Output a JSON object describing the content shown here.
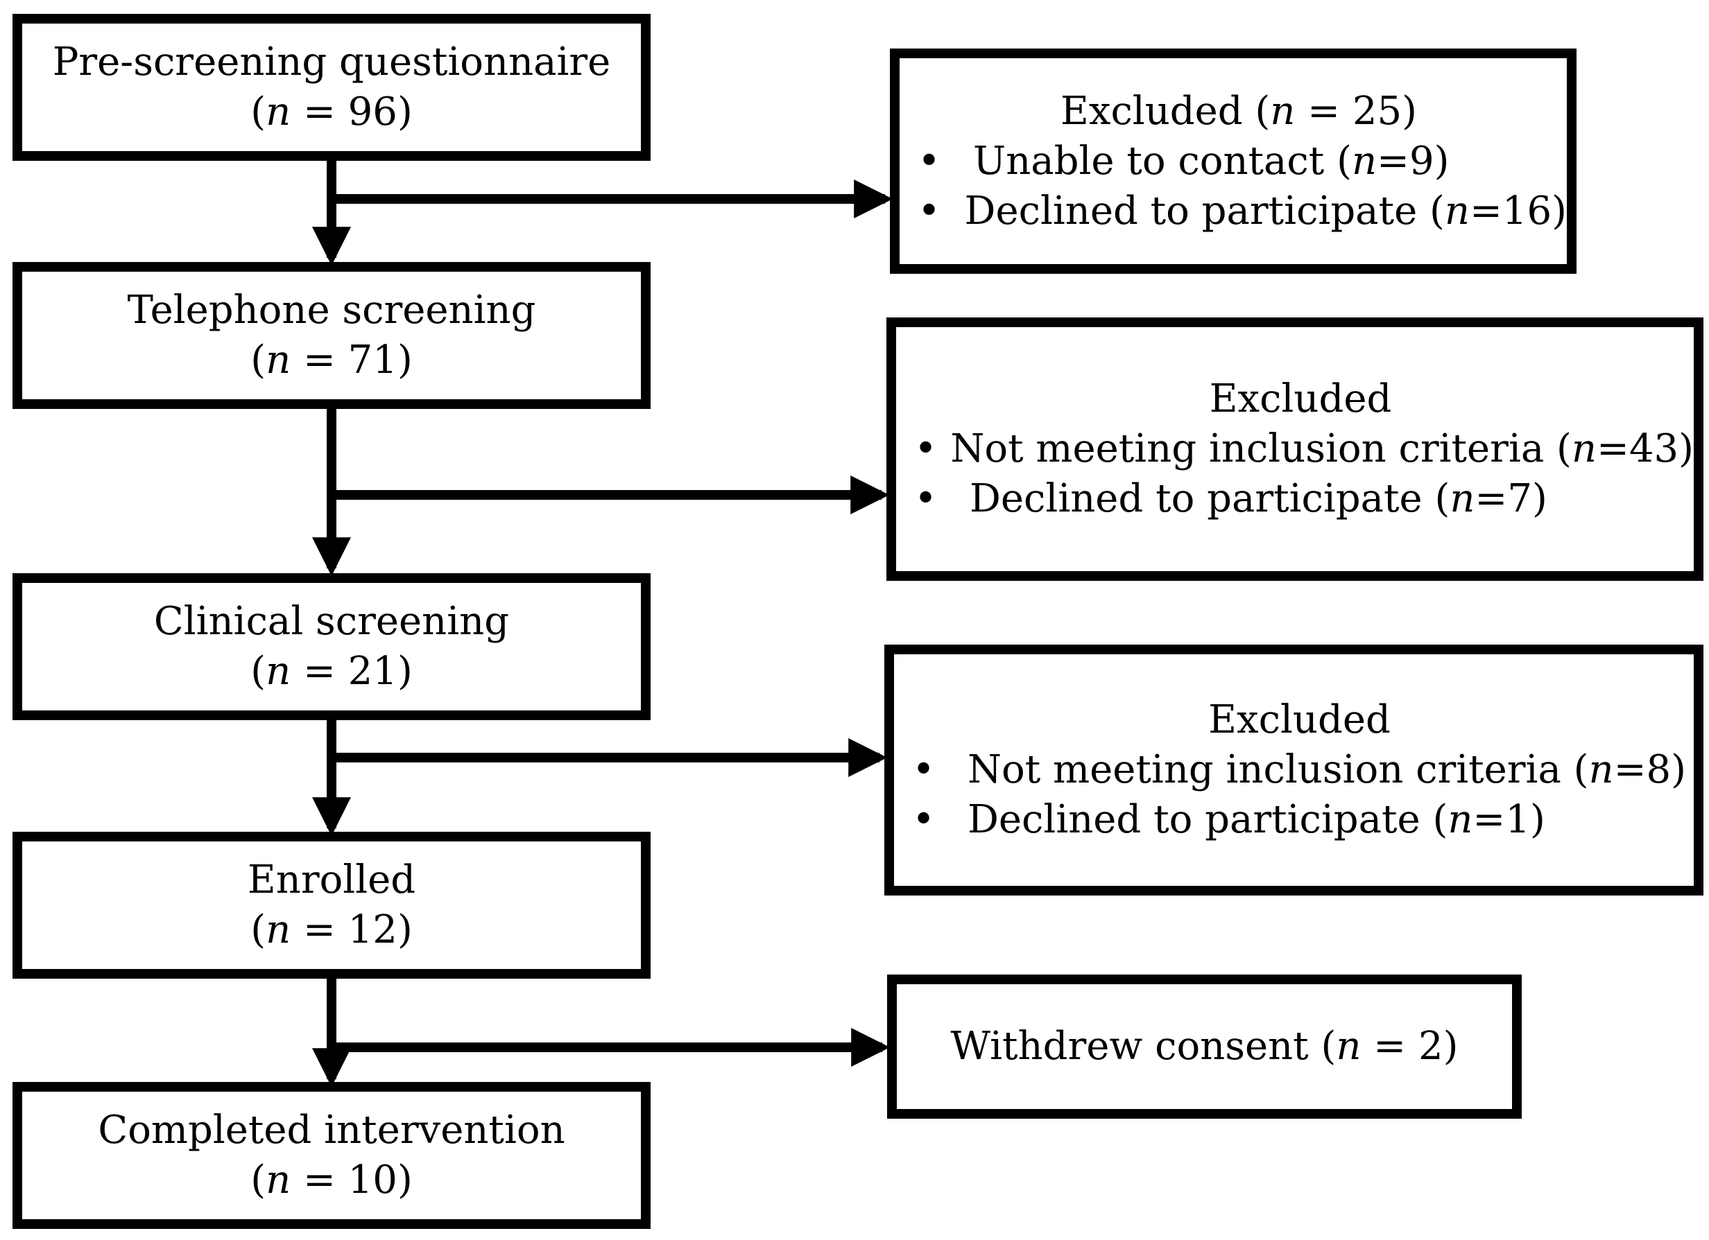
{
  "flow_steps": [
    {
      "label": "Pre-screening questionnaire",
      "n": "96"
    },
    {
      "label": "Telephone screening",
      "n": "71"
    },
    {
      "label": "Clinical screening",
      "n": "21"
    },
    {
      "label": "Enrolled",
      "n": "12"
    },
    {
      "label": "Completed intervention",
      "n": "10"
    }
  ],
  "exclusions": [
    {
      "title": "Excluded",
      "n": "25",
      "items": [
        {
          "label": "Unable to contact",
          "n": "9"
        },
        {
          "label": "Declined to participate",
          "n": "16"
        }
      ]
    },
    {
      "title": "Excluded",
      "items": [
        {
          "label": "Not meeting inclusion criteria",
          "n": "43"
        },
        {
          "label": "Declined to participate",
          "n": "7"
        }
      ]
    },
    {
      "title": "Excluded",
      "items": [
        {
          "label": "Not meeting inclusion criteria",
          "n": "8"
        },
        {
          "label": "Declined to participate",
          "n": "1"
        }
      ]
    },
    {
      "label": "Withdrew consent",
      "n": "2"
    }
  ],
  "n_symbol": "n",
  "bullet_symbol": "•"
}
